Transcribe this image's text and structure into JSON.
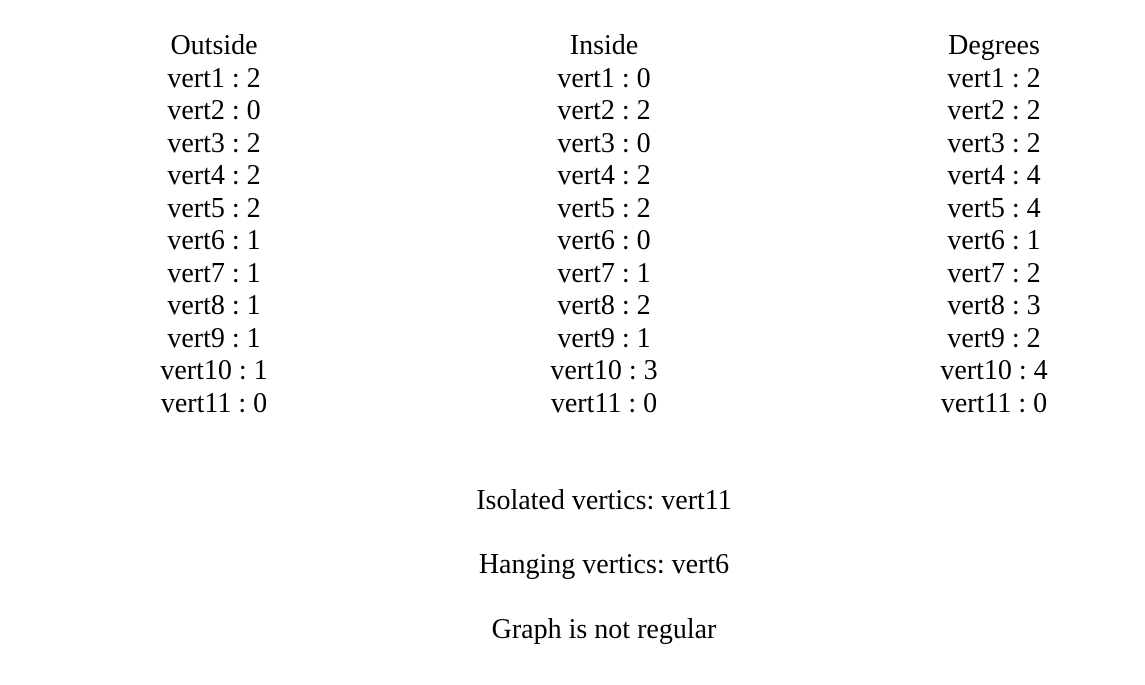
{
  "columns": [
    {
      "title": "Outside",
      "rows": [
        "vert1 : 2",
        "vert2 : 0",
        "vert3 : 2",
        "vert4 : 2",
        "vert5 : 2",
        "vert6 : 1",
        "vert7 : 1",
        "vert8 : 1",
        "vert9 : 1",
        "vert10 : 1",
        "vert11 : 0"
      ]
    },
    {
      "title": "Inside",
      "rows": [
        "vert1 : 0",
        "vert2 : 2",
        "vert3 : 0",
        "vert4 : 2",
        "vert5 : 2",
        "vert6 : 0",
        "vert7 : 1",
        "vert8 : 2",
        "vert9 : 1",
        "vert10 : 3",
        "vert11 : 0"
      ]
    },
    {
      "title": "Degrees",
      "rows": [
        "vert1 : 2",
        "vert2 : 2",
        "vert3 : 2",
        "vert4 : 4",
        "vert5 : 4",
        "vert6 : 1",
        "vert7 : 2",
        "vert8 : 3",
        "vert9 : 2",
        "vert10 : 4",
        "vert11 : 0"
      ]
    }
  ],
  "summary": {
    "isolated": "Isolated vertics: vert11",
    "hanging": "Hanging vertics: vert6",
    "regular": "Graph is not regular"
  }
}
